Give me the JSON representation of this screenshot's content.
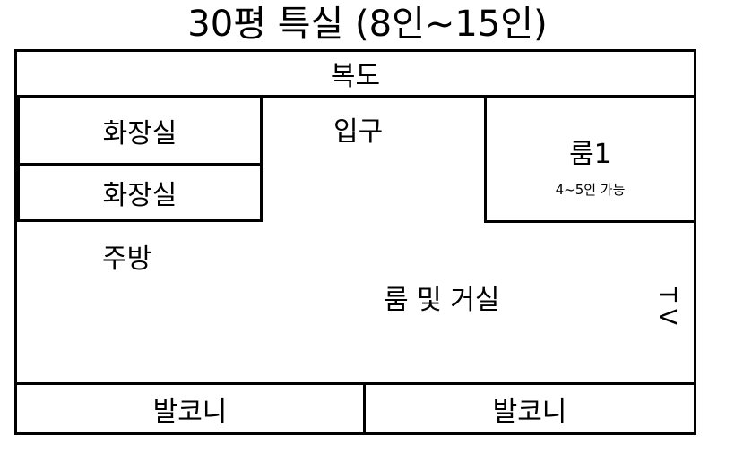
{
  "title": "30평 특실 (8인~15인)",
  "rooms": {
    "corridor": "복도",
    "bathroom_1": "화장실",
    "bathroom_2": "화장실",
    "entrance": "입구",
    "room1_name": "룸1",
    "room1_capacity": "4~5인 가능",
    "kitchen": "주방",
    "living_room": "룸 및 거실",
    "tv": "TV",
    "balcony_left": "발코니",
    "balcony_right": "발코니"
  }
}
